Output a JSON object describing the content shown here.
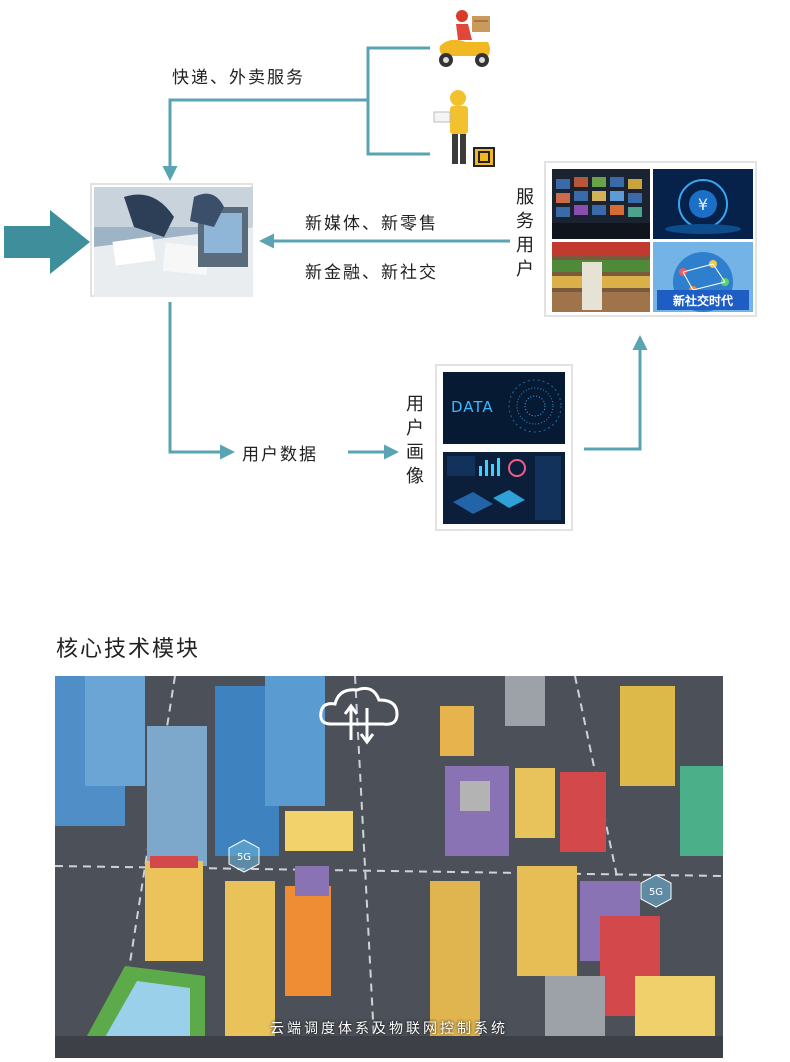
{
  "flow": {
    "delivery_label": "快递、外卖服务",
    "newmedia_label": "新媒体、新零售",
    "finance_label": "新金融、新社交",
    "service_users_label": [
      "服",
      "务",
      "用",
      "户"
    ],
    "user_data_label": "用户数据",
    "user_profile_label": [
      "用",
      "户",
      "画",
      "像"
    ]
  },
  "images": {
    "data_text": "DATA",
    "society_banner": "新社交时代"
  },
  "section": {
    "title": "核心技术模块",
    "video_caption": "云端调度体系及物联网控制系统"
  },
  "colors": {
    "arrow": "#5aa3b2",
    "big_arrow": "#3e8e9c"
  },
  "icons": [
    "delivery-scooter-icon",
    "courier-person-icon",
    "cloud-transfer-icon",
    "5g-signal-icon"
  ]
}
